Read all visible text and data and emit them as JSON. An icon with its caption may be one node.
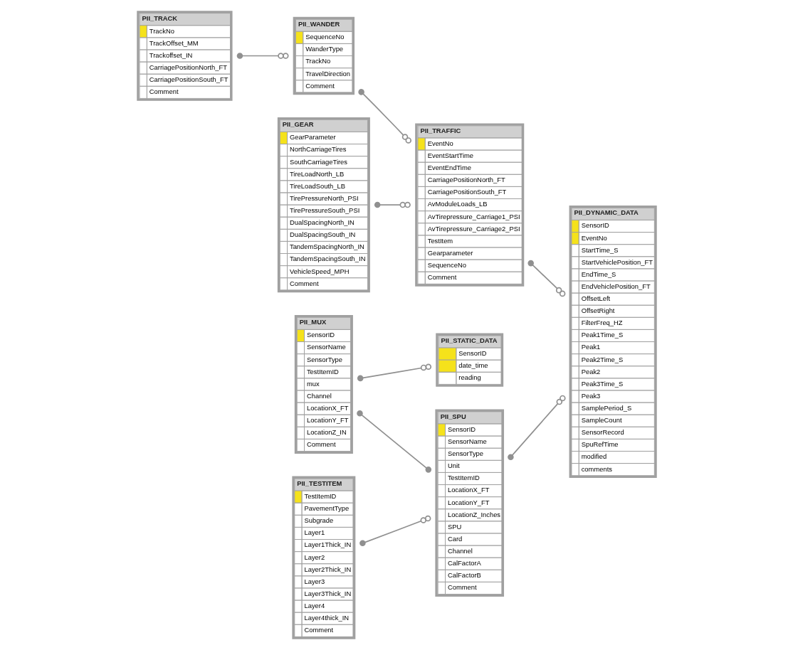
{
  "diagram": {
    "nodes": [
      {
        "text": [
          "PII_TRACK",
          "TrackNo",
          "TrackOffset_MM",
          "Trackoffset_IN",
          "CarriagePositionNorth_FT",
          "CarriagePositionSouth_FT",
          "Comment"
        ]
      },
      {
        "text": [
          "PII_GEAR",
          "GearParameter",
          "NorthCarriageTires",
          "SouthCarriageTires",
          "TireLoadNorth_LB",
          "TireLoadSouth_LB",
          "TirePressureNorth_PSI",
          "TirePressureSouth_PSI",
          "DualSpacingNorth_IN",
          "DualSpacingSouth_IN",
          "TandemSpacingNorth_IN",
          "TandemSpacingSouth_IN",
          "VehicleSpeed_MPH",
          "Comment"
        ]
      },
      {
        "text": [
          "PII_TRAFFIC",
          "EventNo",
          "EventStartTime",
          "EventEndTime",
          "CarriagePositionNorth_FT",
          "CarriagePositionSouth_FT",
          "AvModuleLoads_LB",
          "AvTirepressure_Carriage1_PSI",
          "AvTirepressure_Carriage2_PSI",
          "TestItem",
          "Gearparameter",
          "SequenceNo",
          "Comment"
        ]
      },
      {
        "text": [
          "PII_DYNAMIC_DATA",
          "SensorID",
          "EventNo",
          "StartTime_S",
          "StartVehiclePosition_FT",
          "EndTime_S",
          "EndVehiclePosition_FT",
          "OffsetLeft",
          "OffsetRight",
          "FilterFreq_HZ",
          "Peak1Time_S",
          "Peak1",
          "Peak2Time_S",
          "Peak2",
          "Peak3Time_S",
          "Peak3",
          "SamplePeriod_S",
          "SampleCount",
          "SensorRecord",
          "SpuRefTime",
          "modified",
          "comments"
        ]
      },
      {
        "text": [
          "PII_WANDER",
          "SequenceNo",
          "WanderType",
          "TrackNo",
          "TravelDirection",
          "Comment"
        ]
      },
      {
        "text": [
          "PII_MUX",
          "SensorID",
          "SensorName",
          "SensorType",
          "TestItemID",
          "mux",
          "Channel",
          "LocationX_FT",
          "LocationY_FT",
          "LocationZ_IN",
          "Comment"
        ]
      },
      {
        "text": [
          "PII_SPU",
          "SensorID",
          "SensorName",
          "SensorType",
          "Unit",
          "TestItemID",
          "LocationX_FT",
          "LocationY_FT",
          "LocationZ_Inches",
          "SPU",
          "Card",
          "Channel",
          "CalFactorA",
          "CalFactorB",
          "Comment"
        ]
      },
      {
        "text": [
          "PII_STATIC_DATA",
          "SensorID",
          "date_time",
          "reading"
        ]
      },
      {
        "text": [
          "PII_TESTITEM",
          "TestItemID",
          "PavementType",
          "Subgrade",
          "Layer1",
          "Layer1Thick_IN",
          "Layer2",
          "Layer2Thick_IN",
          "Layer3",
          "Layer3Thick_IN",
          "Layer4",
          "Layer4thick_IN",
          "Comment"
        ]
      }
    ],
    "edges": [
      {
        "from": 1,
        "to": 2,
        "arrow": "other"
      },
      {
        "from": 2,
        "to": 3,
        "arrow": "other"
      },
      {
        "from": 0,
        "to": 4,
        "arrow": "other"
      },
      {
        "from": 4,
        "to": 2,
        "arrow": "other"
      },
      {
        "from": 5,
        "to": 6,
        "arrow": "other"
      },
      {
        "from": 5,
        "to": 7,
        "arrow": "other"
      },
      {
        "from": 6,
        "to": 3,
        "arrow": "other"
      },
      {
        "from": 8,
        "to": 6,
        "arrow": "other"
      }
    ]
  }
}
